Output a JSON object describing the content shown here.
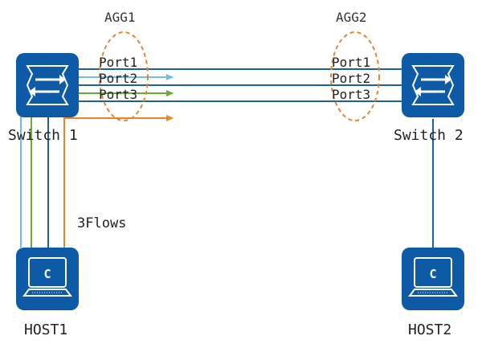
{
  "aggregations": {
    "left": "AGG1",
    "right": "AGG2"
  },
  "ports": {
    "left": [
      "Port1",
      "Port2",
      "Port3"
    ],
    "right": [
      "Port1",
      "Port2",
      "Port3"
    ]
  },
  "devices": {
    "switch1": "Switch 1",
    "switch2": "Switch 2",
    "host1": "HOST1",
    "host2": "HOST2",
    "host_icon_letter": "C"
  },
  "flows_label": "3Flows",
  "icons": {
    "switch": "switch-icon",
    "host": "laptop-host-icon"
  },
  "colors": {
    "device_fill": "#0d5aa7",
    "link": "#1f5f9e",
    "flow_light_blue": "#6ebfdf",
    "flow_green": "#6aab34",
    "flow_orange": "#e8842a",
    "agg_ellipse": "#e8842a"
  }
}
